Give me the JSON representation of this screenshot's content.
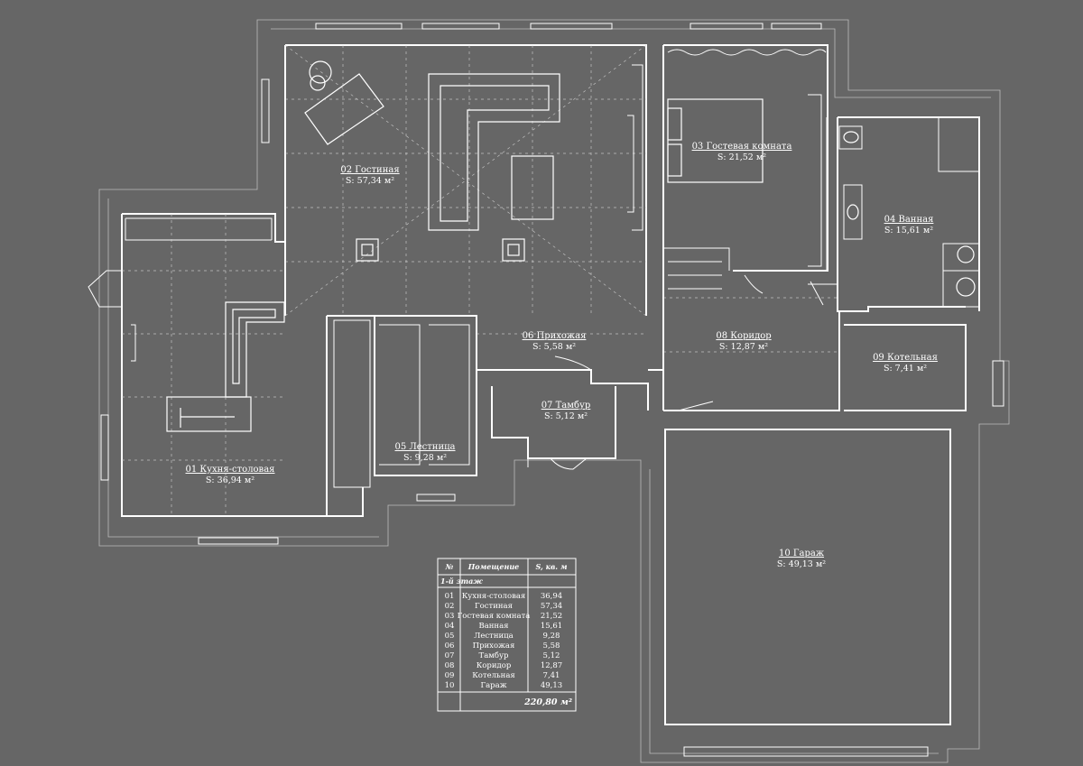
{
  "rooms": [
    {
      "name": "01 Кухня-столовая",
      "area": "S: 36,94 м²"
    },
    {
      "name": "02 Гостиная",
      "area": "S: 57,34 м²"
    },
    {
      "name": "03 Гостевая комната",
      "area": "S: 21,52 м²"
    },
    {
      "name": "04 Ванная",
      "area": "S: 15,61 м²"
    },
    {
      "name": "05 Лестница",
      "area": "S: 9,28 м²"
    },
    {
      "name": "06 Прихожая",
      "area": "S: 5,58 м²"
    },
    {
      "name": "07 Тамбур",
      "area": "S: 5,12 м²"
    },
    {
      "name": "08 Коридор",
      "area": "S: 12,87 м²"
    },
    {
      "name": "09 Котельная",
      "area": "S: 7,41 м²"
    },
    {
      "name": "10 Гараж",
      "area": "S: 49,13 м²"
    }
  ],
  "table": {
    "headers": [
      "№",
      "Помещение",
      "S, кв. м"
    ],
    "floor": "1-й этаж",
    "rows": [
      [
        "01",
        "Кухня-столовая",
        "36,94"
      ],
      [
        "02",
        "Гостиная",
        "57,34"
      ],
      [
        "03",
        "Гостевая комната",
        "21,52"
      ],
      [
        "04",
        "Ванная",
        "15,61"
      ],
      [
        "05",
        "Лестница",
        "9,28"
      ],
      [
        "06",
        "Прихожая",
        "5,58"
      ],
      [
        "07",
        "Тамбур",
        "5,12"
      ],
      [
        "08",
        "Коридор",
        "12,87"
      ],
      [
        "09",
        "Котельная",
        "7,41"
      ],
      [
        "10",
        "Гараж",
        "49,13"
      ]
    ],
    "total": "220,80 м²"
  },
  "colors": {
    "background": "#666666",
    "lines": "#ffffff"
  }
}
